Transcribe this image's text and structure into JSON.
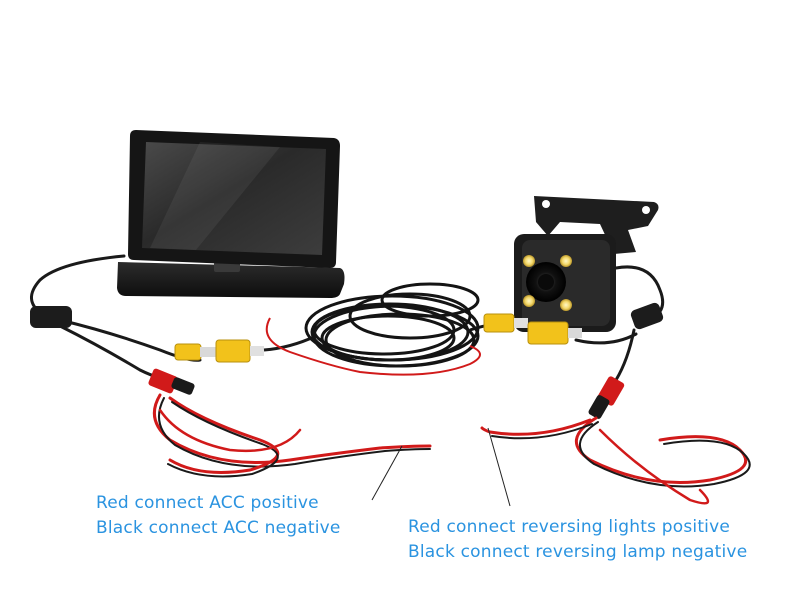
{
  "captions": {
    "left": {
      "line1": "Red connect ACC positive",
      "line2": "Black connect ACC negative"
    },
    "right": {
      "line1": "Red connect reversing lights positive",
      "line2": "Black connect reversing lamp negative"
    }
  },
  "colors": {
    "caption_text": "#2a93e0",
    "cable_black": "#1a1a1a",
    "wire_red": "#d11a1a",
    "connector_yellow": "#f2c21b",
    "monitor_body": "#161616",
    "screen_glass": "#3b3b3b"
  }
}
